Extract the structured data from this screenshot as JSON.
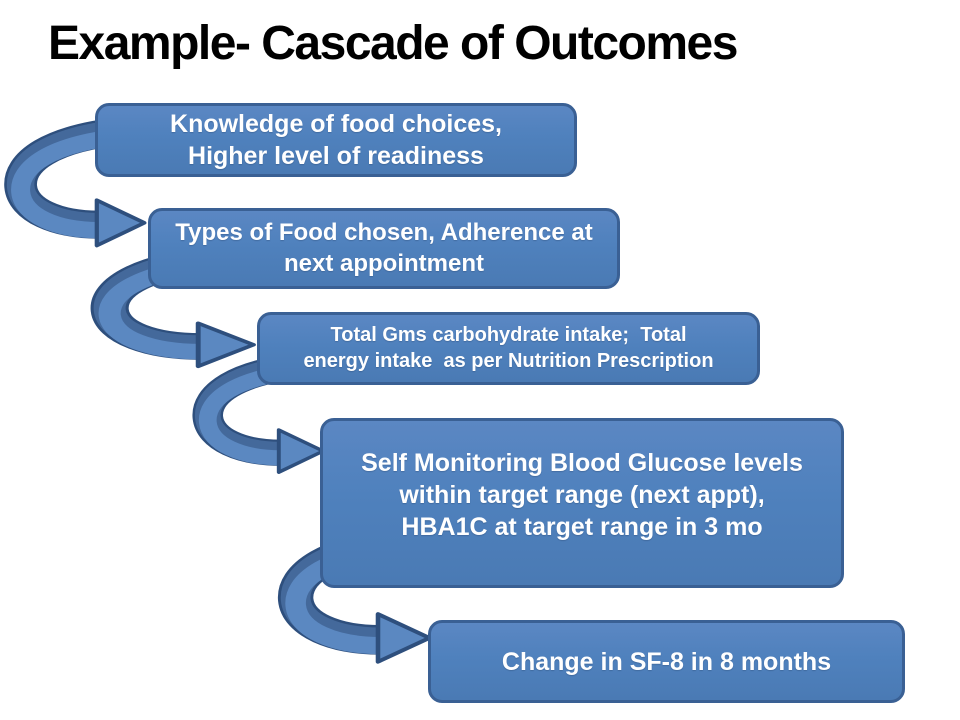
{
  "slide": {
    "title": "Example- Cascade of Outcomes"
  },
  "cascade": {
    "boxes": [
      {
        "id": "knowledge-readiness",
        "lines": [
          "Knowledge of food choices,",
          "Higher level of readiness"
        ]
      },
      {
        "id": "food-adherence",
        "lines": [
          "Types of Food chosen, Adherence at",
          "next appointment"
        ]
      },
      {
        "id": "carb-energy-intake",
        "lines": [
          "Total Gms carbohydrate intake;  Total",
          "energy intake  as per Nutrition Prescription"
        ]
      },
      {
        "id": "smbg-hba1c",
        "lines": [
          "Self Monitoring Blood Glucose levels",
          "within target range (next appt),",
          "HBA1C at target range in 3 mo"
        ]
      },
      {
        "id": "sf8-change",
        "lines": [
          "Change in SF-8 in 8 months"
        ]
      }
    ],
    "arrows": [
      "curved-arrow-1",
      "curved-arrow-2",
      "curved-arrow-3",
      "curved-arrow-4"
    ]
  },
  "colors": {
    "background": "#ffffff",
    "title_text": "#000000",
    "box_fill": "#4f81bd",
    "box_fill_top": "#5b87c3",
    "box_border": "#3a6094",
    "box_text": "#ffffff",
    "arrow_front": "#5b88c1",
    "arrow_top": "#44699b",
    "arrow_outline": "#2e4f7d"
  }
}
